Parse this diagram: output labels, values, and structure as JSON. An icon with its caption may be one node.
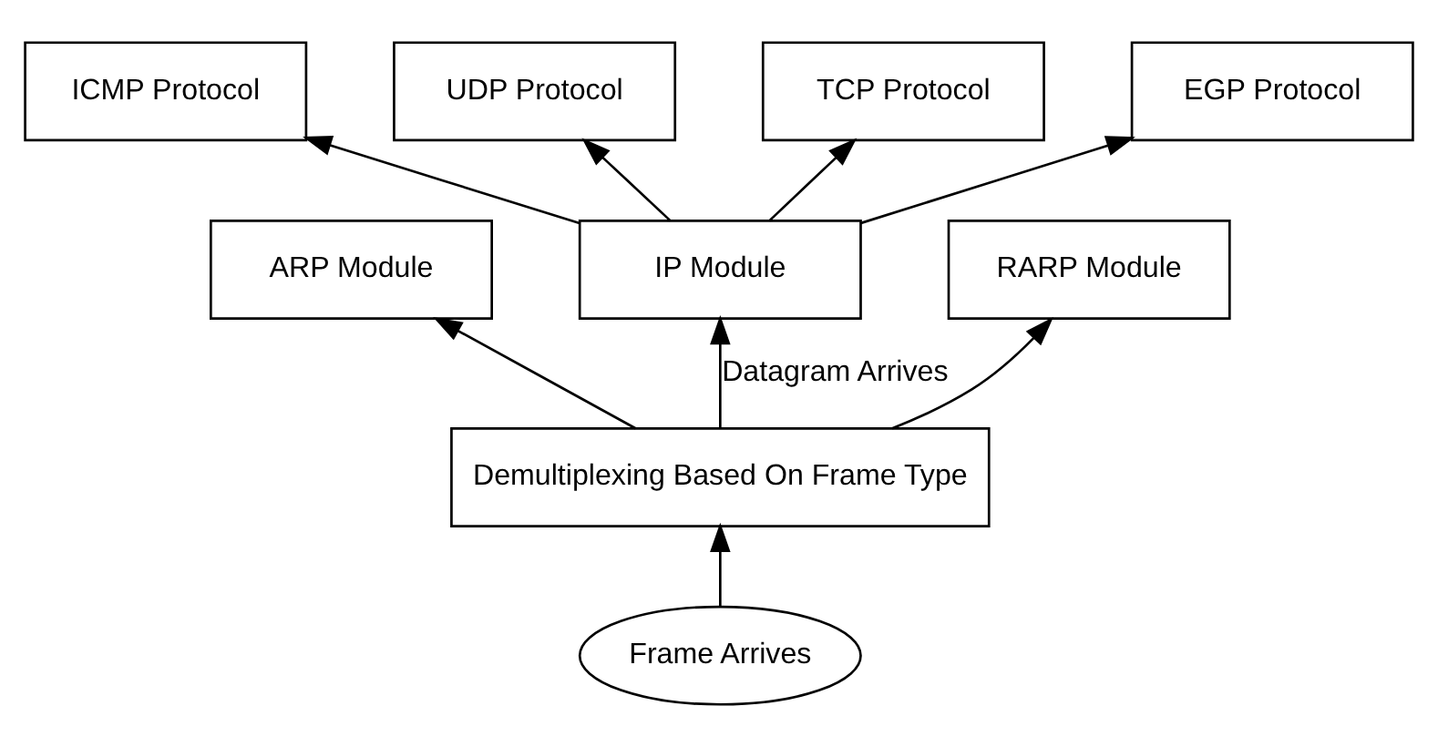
{
  "diagram": {
    "nodes": [
      {
        "text": [
          "ICMP Protocol"
        ]
      },
      {
        "text": [
          "UDP Protocol"
        ]
      },
      {
        "text": [
          "TCP Protocol"
        ]
      },
      {
        "text": [
          "EGP Protocol"
        ]
      },
      {
        "text": [
          "ARP Module"
        ]
      },
      {
        "text": [
          "IP Module"
        ]
      },
      {
        "text": [
          "RARP Module"
        ]
      },
      {
        "text": [
          "Demultiplexing Based On Frame Type"
        ]
      },
      {
        "text": [
          "Frame Arrives"
        ]
      }
    ],
    "edges": [
      {
        "from": 8,
        "to": 7,
        "arrow": "to"
      },
      {
        "from": 7,
        "to": 4,
        "arrow": "to"
      },
      {
        "from": 7,
        "to": 5,
        "arrow": "to",
        "label": "Datagram Arrives"
      },
      {
        "from": 7,
        "to": 6,
        "arrow": "to"
      },
      {
        "from": 5,
        "to": 0,
        "arrow": "to"
      },
      {
        "from": 5,
        "to": 1,
        "arrow": "to"
      },
      {
        "from": 5,
        "to": 2,
        "arrow": "to"
      },
      {
        "from": 5,
        "to": 3,
        "arrow": "to"
      }
    ]
  }
}
